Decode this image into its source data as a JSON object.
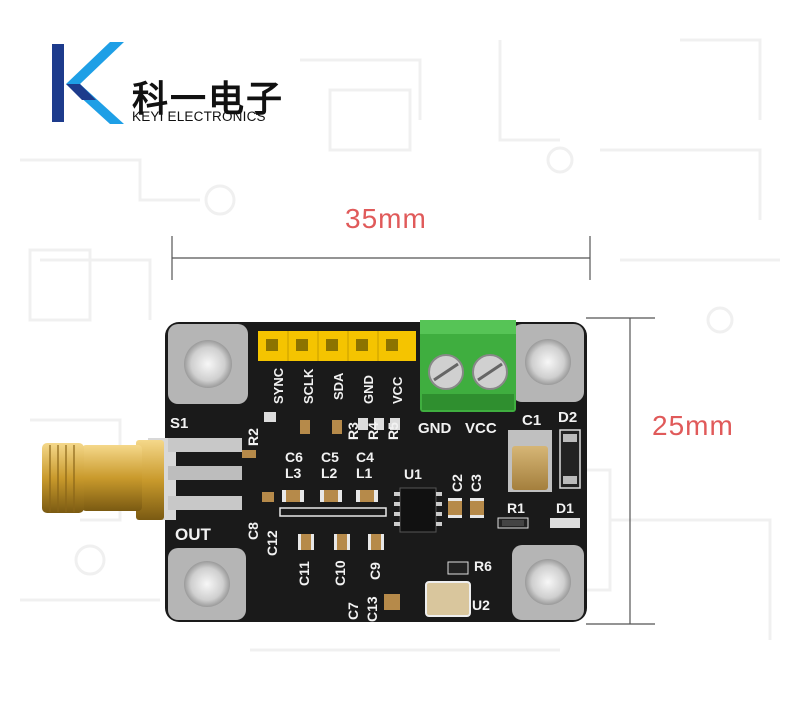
{
  "brand": {
    "name_cn": "科一电子",
    "name_en": "KEYI ELECTRONICS",
    "colors": {
      "blue": "#1e9fe6",
      "navy": "#1d3b8c",
      "dimension": "#e05a5a",
      "board": "#1a1a1a",
      "header": "#f5c400",
      "terminal": "#3fae3f"
    }
  },
  "dimensions": {
    "width_label": "35mm",
    "height_label": "25mm"
  },
  "silkscreen": {
    "pins": [
      "SYNC",
      "SCLK",
      "SDA",
      "GND",
      "VCC"
    ],
    "terminal": [
      "GND",
      "VCC"
    ],
    "s1": "S1",
    "out": "OUT",
    "parts": {
      "R2": "R2",
      "R3": "R3",
      "R4": "R4",
      "R5": "R5",
      "R1": "R1",
      "R6": "R6",
      "C1": "C1",
      "C2": "C2",
      "C3": "C3",
      "C4": "C4",
      "C5": "C5",
      "C6": "C6",
      "C7": "C7",
      "C8": "C8",
      "C9": "C9",
      "C10": "C10",
      "C11": "C11",
      "C12": "C12",
      "C13": "C13",
      "L1": "L1",
      "L2": "L2",
      "L3": "L3",
      "U1": "U1",
      "U2": "U2",
      "D1": "D1",
      "D2": "D2"
    }
  }
}
